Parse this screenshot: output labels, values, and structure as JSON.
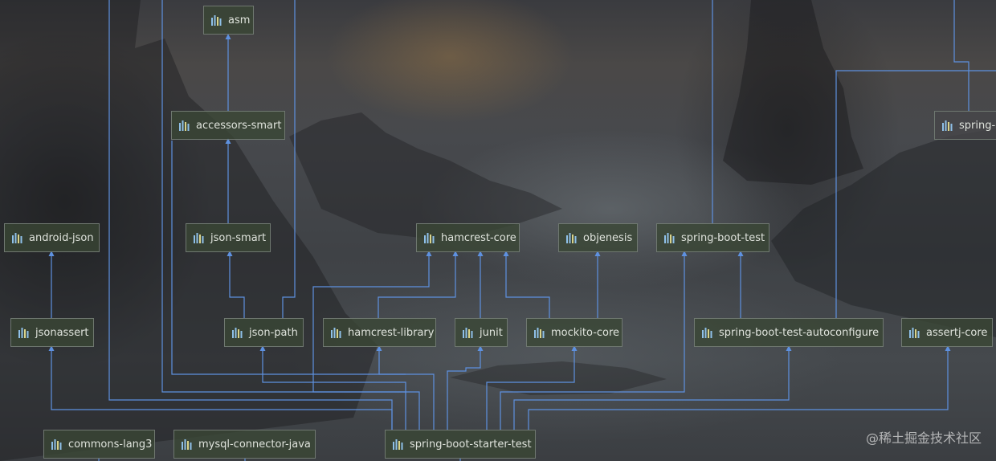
{
  "diagram": {
    "edge_color": "#5e91e0",
    "node_icon": "library-icon",
    "nodes": [
      {
        "id": "asm",
        "label": "asm"
      },
      {
        "id": "accessors-smart",
        "label": "accessors-smart"
      },
      {
        "id": "android-json",
        "label": "android-json"
      },
      {
        "id": "json-smart",
        "label": "json-smart"
      },
      {
        "id": "hamcrest-core",
        "label": "hamcrest-core"
      },
      {
        "id": "objenesis",
        "label": "objenesis"
      },
      {
        "id": "spring-boot-test",
        "label": "spring-boot-test"
      },
      {
        "id": "spring-boot-partial",
        "label": "spring-b"
      },
      {
        "id": "jsonassert",
        "label": "jsonassert"
      },
      {
        "id": "json-path",
        "label": "json-path"
      },
      {
        "id": "hamcrest-library",
        "label": "hamcrest-library"
      },
      {
        "id": "junit",
        "label": "junit"
      },
      {
        "id": "mockito-core",
        "label": "mockito-core"
      },
      {
        "id": "spring-boot-test-autoconfigure",
        "label": "spring-boot-test-autoconfigure"
      },
      {
        "id": "assertj-core",
        "label": "assertj-core"
      },
      {
        "id": "commons-lang3",
        "label": "commons-lang3"
      },
      {
        "id": "mysql-connector-java",
        "label": "mysql-connector-java"
      },
      {
        "id": "spring-boot-starter-test",
        "label": "spring-boot-starter-test"
      }
    ],
    "edges": [
      [
        "accessors-smart",
        "asm"
      ],
      [
        "json-smart",
        "accessors-smart"
      ],
      [
        "json-path",
        "json-smart"
      ],
      [
        "jsonassert",
        "android-json"
      ],
      [
        "hamcrest-library",
        "hamcrest-core"
      ],
      [
        "junit",
        "hamcrest-core"
      ],
      [
        "mockito-core",
        "hamcrest-core"
      ],
      [
        "mockito-core",
        "objenesis"
      ],
      [
        "spring-boot-test-autoconfigure",
        "spring-boot-test"
      ],
      [
        "spring-boot-starter-test",
        "jsonassert"
      ],
      [
        "spring-boot-starter-test",
        "json-path"
      ],
      [
        "spring-boot-starter-test",
        "hamcrest-core"
      ],
      [
        "spring-boot-starter-test",
        "hamcrest-library"
      ],
      [
        "spring-boot-starter-test",
        "junit"
      ],
      [
        "spring-boot-starter-test",
        "mockito-core"
      ],
      [
        "spring-boot-starter-test",
        "spring-boot-test"
      ],
      [
        "spring-boot-starter-test",
        "spring-boot-test-autoconfigure"
      ],
      [
        "spring-boot-starter-test",
        "assertj-core"
      ]
    ]
  },
  "watermark": "@稀土掘金技术社区"
}
